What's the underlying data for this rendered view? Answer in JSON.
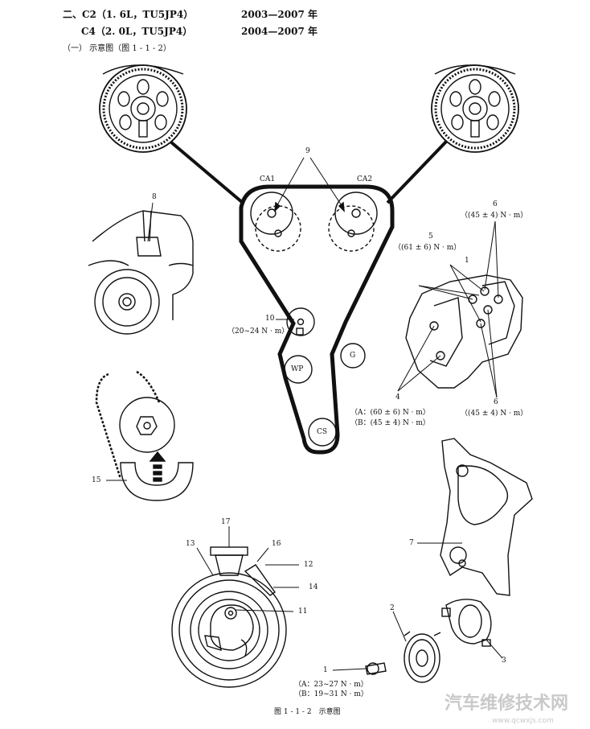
{
  "header": {
    "line1_model": "二、C2（1. 6L，TU5JP4）",
    "line1_years": "2003—2007 年",
    "line2_model": "C4（2. 0L，TU5JP4）",
    "line2_years": "2004—2007 年",
    "section": "（一） 示意图（图 1 - 1 - 2）"
  },
  "labels": {
    "n9": "9",
    "ca1": "CA1",
    "ca2": "CA2",
    "n8": "8",
    "n10": "10",
    "t10": "（20~24 N · m）",
    "wp": "WP",
    "g": "G",
    "cs": "CS",
    "n6a": "6",
    "t6a": "（(45 ± 4) N · m）",
    "n5": "5",
    "t5": "（(61 ± 6) N · m）",
    "n1a": "1",
    "n4": "4",
    "t4a": "（A：(60 ± 6) N · m）",
    "t4b": "（B：(45 ± 4) N · m）",
    "n6b": "6",
    "t6b": "（(45 ± 4) N · m）",
    "n15": "15",
    "n7": "7",
    "n17": "17",
    "n13": "13",
    "n16": "16",
    "n12": "12",
    "n14": "14",
    "n11": "11",
    "n2": "2",
    "n3": "3",
    "n1b": "1",
    "t1a": "（A：23~27 N · m）",
    "t1b": "（B：19~31 N · m）"
  },
  "caption": "图 1 - 1 - 2　示意图",
  "watermark": {
    "title": "汽车维修技术网",
    "url": "www.qcwxjs.com"
  },
  "colors": {
    "ink": "#111111",
    "watermark": "#c9c9c9"
  }
}
